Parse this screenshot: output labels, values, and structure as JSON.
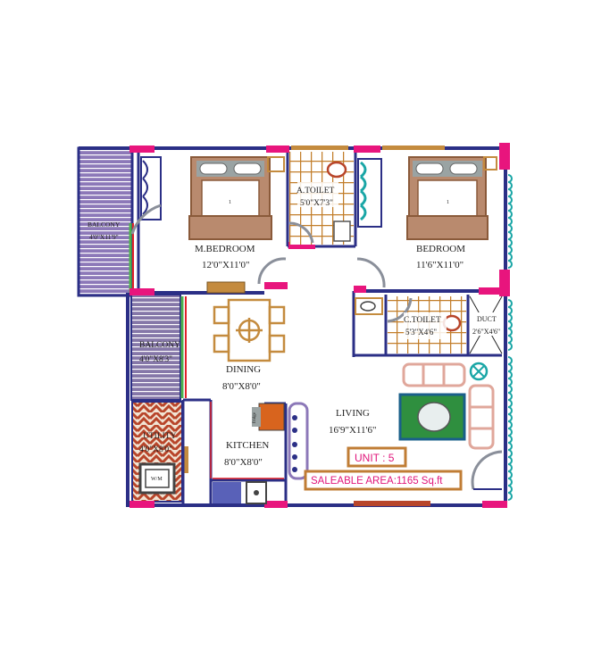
{
  "colors": {
    "wall": "#2b2f86",
    "door_marker": "#e8157d",
    "furniture": "#c48b3e",
    "bed": "#b98a6e",
    "pillow": "#9aa3a3",
    "toilet_tile": "#c27e2a",
    "balcony_fill": "#8c78b8",
    "balcony_stripe": "#ffffff",
    "utility_pattern": "#b8452a",
    "rug": "#2f8f3f",
    "sofa": "#e0a79b",
    "green_rail": "#4db34d",
    "red_line": "#e0202a",
    "label_pink": "#e0157a",
    "label_box": "#c07d35",
    "teal": "#1aa6a6"
  },
  "rooms": {
    "balcony_left": {
      "name": "BALCONY",
      "size": "4'0\"X11'9\""
    },
    "master_bedroom": {
      "name": "M.BEDROOM",
      "size": "12'0\"X11'0\""
    },
    "attached_toilet": {
      "name": "A.TOILET",
      "size": "5'0\"X7'3\""
    },
    "bedroom": {
      "name": "BEDROOM",
      "size": "11'6\"X11'0\""
    },
    "balcony_mid": {
      "name": "BALCONY",
      "size": "4'0\"X8'3\""
    },
    "common_toilet": {
      "name": "C.TOILET",
      "size": "5'3\"X4'6\""
    },
    "duct": {
      "name": "DUCT",
      "size": "2'6\"X4'6\""
    },
    "dining": {
      "name": "DINING",
      "size": "8'0\"X8'0\""
    },
    "living": {
      "name": "LIVING",
      "size": "16'9\"X11'6\""
    },
    "utility": {
      "name": "UTILITY",
      "size": "4'0\"X8'0\""
    },
    "kitchen": {
      "name": "KITCHEN",
      "size": "8'0\"X8'0\""
    }
  },
  "unit_label": "UNIT : 5",
  "saleable_area": "SALEABLE AREA:1165 Sq.ft",
  "fridge_text": "fridge",
  "washer_text": "W/M"
}
